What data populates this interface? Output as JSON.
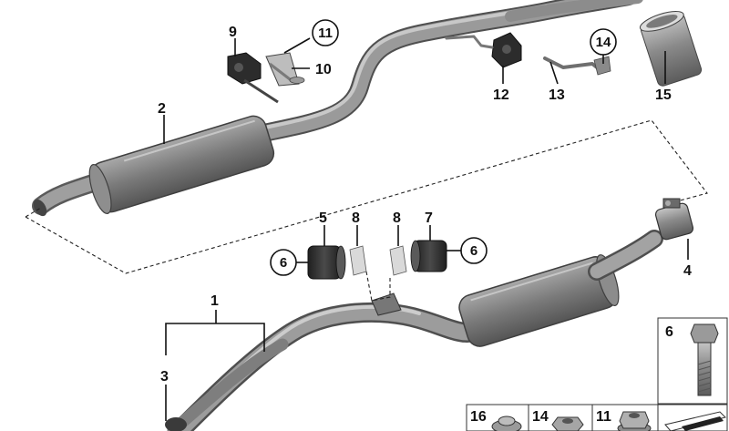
{
  "callouts": {
    "c1": "1",
    "c2": "2",
    "c3": "3",
    "c4": "4",
    "c5": "5",
    "c6a": "6",
    "c6b": "6",
    "c7": "7",
    "c8a": "8",
    "c8b": "8",
    "c9": "9",
    "c10": "10",
    "c11": "11",
    "c12": "12",
    "c13": "13",
    "c14": "14",
    "c15": "15"
  },
  "inset": {
    "bolt_label": "6",
    "small_parts": [
      "16",
      "14",
      "11"
    ]
  },
  "colors": {
    "pipe_dark": "#6e6e6e",
    "pipe_mid": "#8f8f8f",
    "pipe_light": "#b9b9b9",
    "muffler": "#7d7d7d",
    "rubber": "#2f2f2f",
    "line": "#111111"
  }
}
